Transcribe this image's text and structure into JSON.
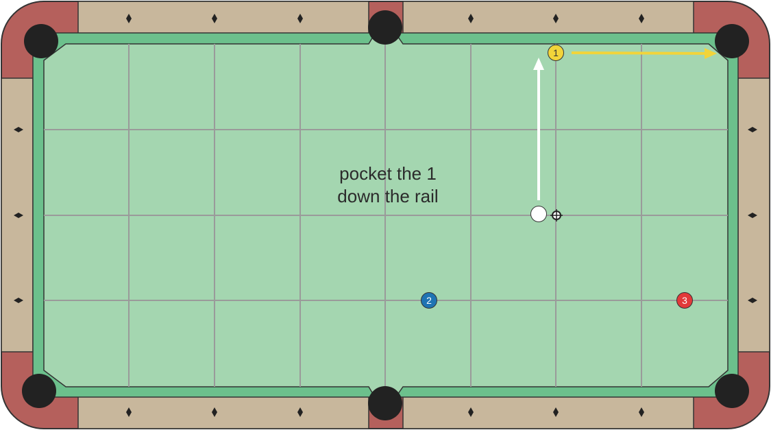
{
  "caption": {
    "line1": "pocket the 1",
    "line2": "down the rail"
  },
  "balls": [
    {
      "id": "1",
      "label": "1",
      "color": "#f2d43a",
      "text_color": "#333333"
    },
    {
      "id": "2",
      "label": "2",
      "color": "#1f74b3",
      "text_color": "#ffffff"
    },
    {
      "id": "3",
      "label": "3",
      "color": "#e23a3a",
      "text_color": "#ffffff"
    },
    {
      "id": "cue",
      "label": "",
      "color": "#ffffff",
      "text_color": "#333333"
    }
  ],
  "colors": {
    "cloth": "#a4d6b0",
    "cushion": "#6cc08c",
    "rail_wood": "#c8b79c",
    "corner_leather": "#b5605c",
    "pocket": "#222222",
    "grid": "#9a9a9a",
    "cue_path": "#ffffff",
    "object_path": "#f2d43a"
  }
}
